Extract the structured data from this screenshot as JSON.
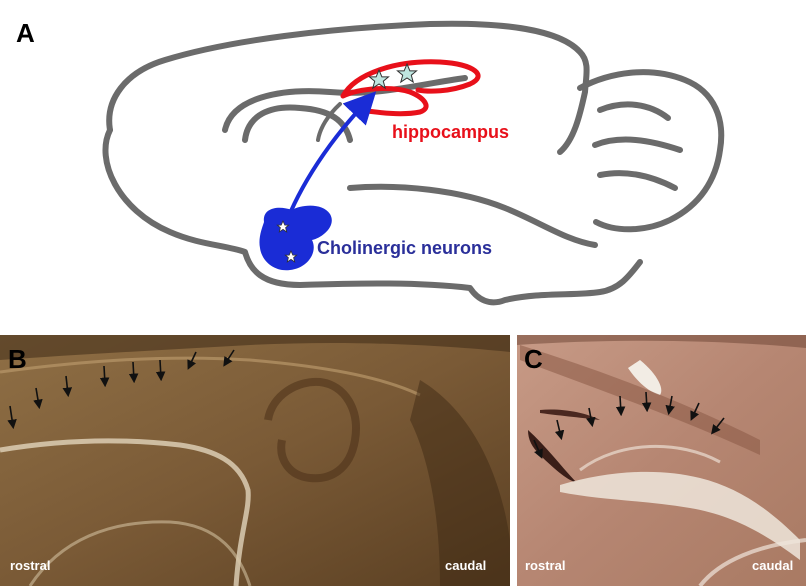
{
  "panel_a": {
    "letter": "A",
    "hippocampus_label": "hippocampus",
    "neurons_label": "Cholinergic neurons",
    "colors": {
      "outline": "#6b6b6b",
      "hippocampus": "#e8101a",
      "neurons": "#1a2cd6",
      "label_neurons": "#2a2f9a",
      "star_fill": "#bfe6e0"
    }
  },
  "panel_b": {
    "letter": "B",
    "left_label": "rostral",
    "right_label": "caudal",
    "arrow_count": 8
  },
  "panel_c": {
    "letter": "C",
    "left_label": "rostral",
    "right_label": "caudal",
    "arrow_count": 8
  }
}
